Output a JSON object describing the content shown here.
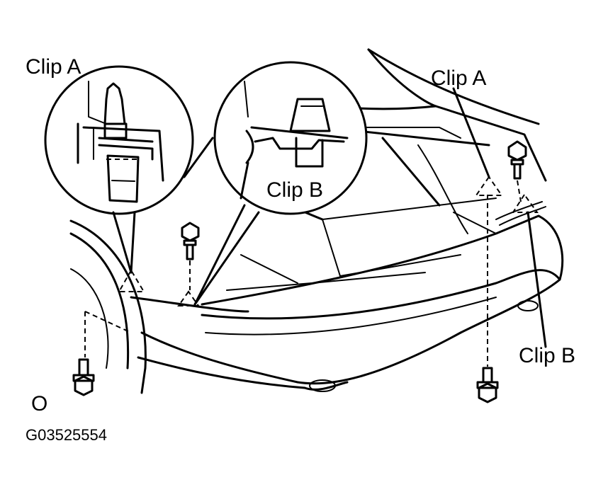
{
  "labels": {
    "clip_a_left": "Clip A",
    "clip_b_inset": "Clip B",
    "clip_a_right": "Clip A",
    "clip_b_right": "Clip B",
    "corner_mark": "O",
    "figure_code": "G03525554"
  }
}
